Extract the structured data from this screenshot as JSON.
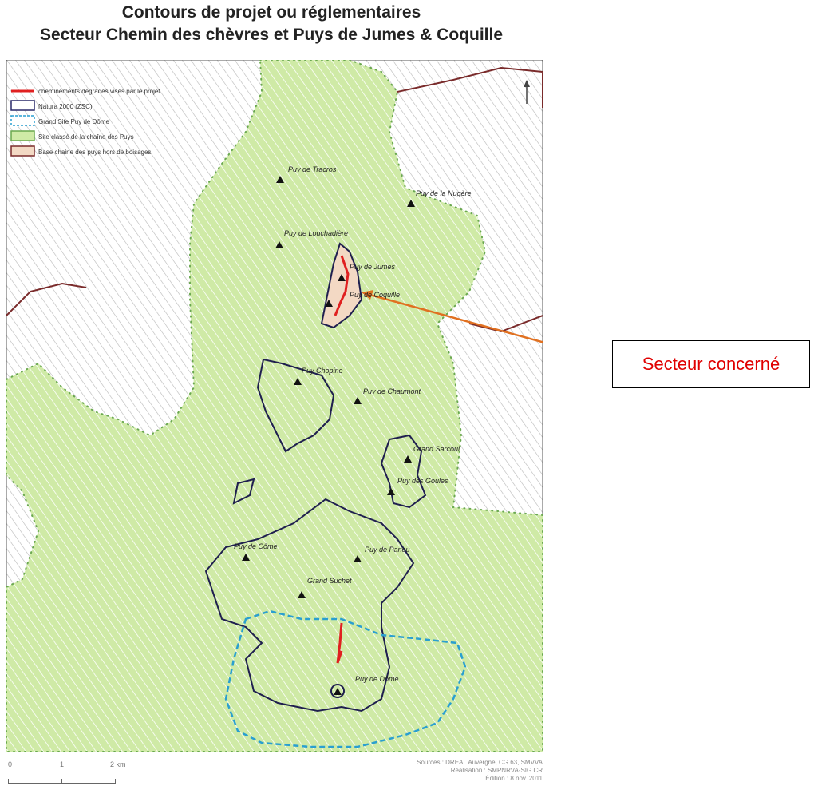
{
  "title_line1": "Contours de projet ou réglementaires",
  "title_line2": "Secteur Chemin des chèvres et Puys de Jumes & Coquille",
  "legend": [
    {
      "label": "cheminements dégradés visés par le projet",
      "type": "line",
      "color": "#e02020"
    },
    {
      "label": "Natura 2000 (ZSC)",
      "type": "box",
      "fill": "#ffffff",
      "stroke": "#2a2a6a"
    },
    {
      "label": "Grand Site Puy de Dôme",
      "type": "box-dashed",
      "fill": "#ffffff",
      "stroke": "#2a9fd0"
    },
    {
      "label": "Site classé de la chaîne des Puys",
      "type": "box-green",
      "fill": "#cfeaa6",
      "stroke": "#6aa84f"
    },
    {
      "label": "Base chaine des puys hors de boisages",
      "type": "box-brown",
      "fill": "#f3d9c4",
      "stroke": "#7a2b2b"
    }
  ],
  "puys": [
    {
      "name": "Puy de Tracros"
    },
    {
      "name": "Puy de la Nugère"
    },
    {
      "name": "Puy de Louchadière"
    },
    {
      "name": "Puy de Jumes"
    },
    {
      "name": "Puy de Coquille"
    },
    {
      "name": "Puy Chopine"
    },
    {
      "name": "Puy de Chaumont"
    },
    {
      "name": "Grand Sarcoui"
    },
    {
      "name": "Puy des Goules"
    },
    {
      "name": "Puy de Côme"
    },
    {
      "name": "Puy de Pariou"
    },
    {
      "name": "Grand Suchet"
    },
    {
      "name": "Puy de Dôme"
    }
  ],
  "callout": "Secteur concerné",
  "scale": {
    "labels": [
      "0",
      "1",
      "2 km"
    ]
  },
  "credits": [
    "Sources : DREAL Auvergne, CG 63, SMVVA",
    "Réalisation : SMPNRVA-SIG CR",
    "Édition : 8 nov. 2011"
  ],
  "colors": {
    "green": "#cfeaa6",
    "hatch": "#6aa84f",
    "white_hatch": "#b8b8b8",
    "boundary": "#1f1f4f",
    "dashed": "#2a9fd0",
    "red": "#e02020",
    "arrow": "#e07020"
  }
}
